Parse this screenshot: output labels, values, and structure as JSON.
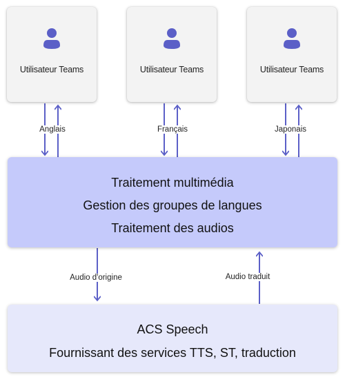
{
  "users": [
    {
      "label": "Utilisateur Teams",
      "language": "Anglais",
      "icon": "person-icon"
    },
    {
      "label": "Utilisateur Teams",
      "language": "Français",
      "icon": "person-icon"
    },
    {
      "label": "Utilisateur Teams",
      "language": "Japonais",
      "icon": "person-icon"
    }
  ],
  "media_box": {
    "lines": [
      "Traitement multimédia",
      "Gestion des groupes de langues",
      "Traitement des audios"
    ]
  },
  "audio_flow": {
    "down_label": "Audio d'origine",
    "up_label": "Audio traduit"
  },
  "acs_box": {
    "lines": [
      "ACS Speech",
      "Fournissant des services TTS, ST, traduction"
    ]
  },
  "colors": {
    "accent": "#5b5fc7",
    "card_bg": "#f3f3f3",
    "media_bg": "#c5cafb",
    "acs_bg": "#e6e8fb"
  }
}
